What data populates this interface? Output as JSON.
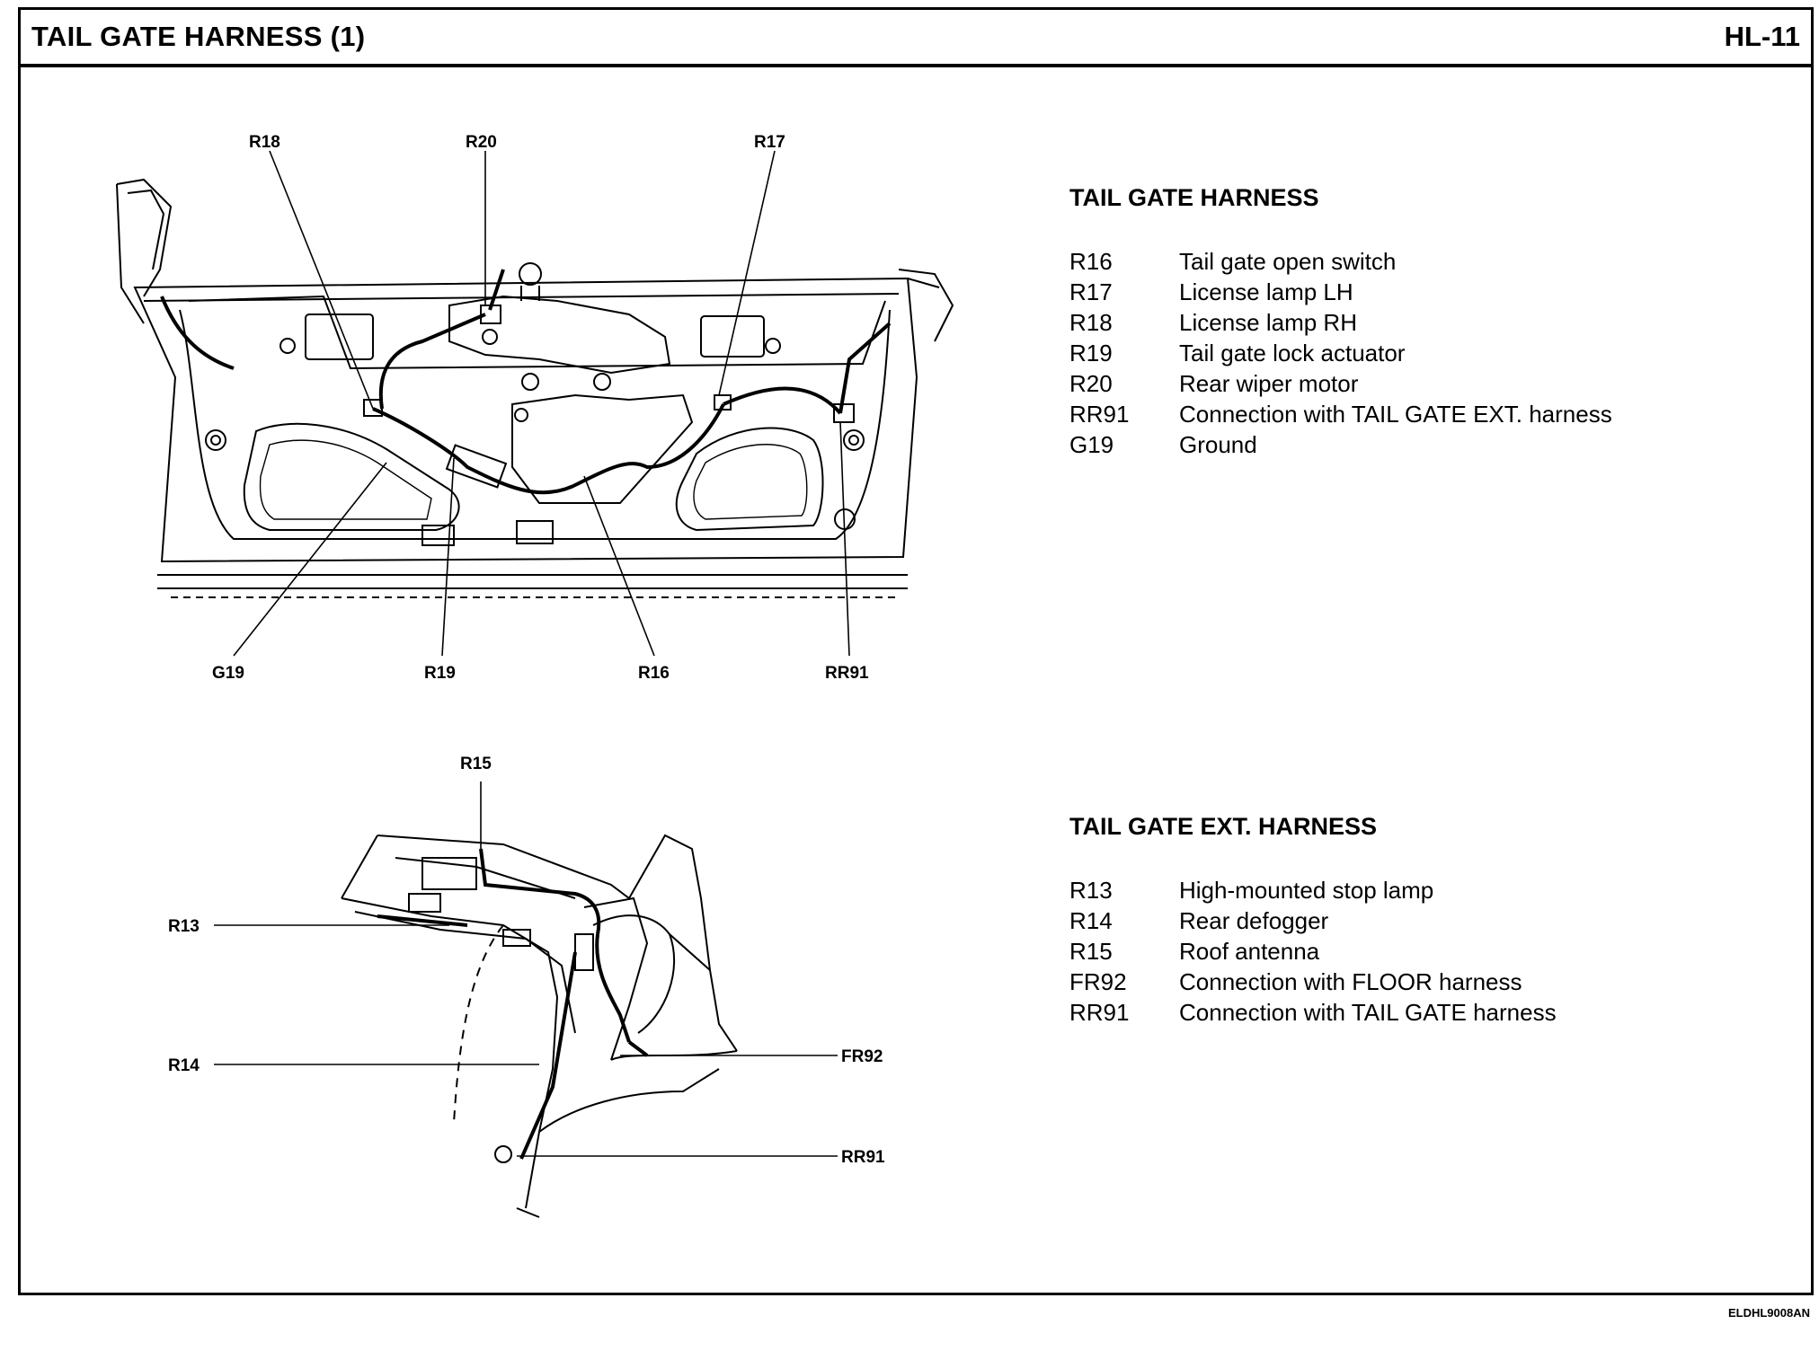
{
  "header": {
    "title": "TAIL GATE HARNESS (1)",
    "page_id": "HL-11"
  },
  "diagram_top": {
    "labels": {
      "r18": "R18",
      "r20": "R20",
      "r17": "R17",
      "g19": "G19",
      "r19": "R19",
      "r16": "R16",
      "rr91": "RR91"
    }
  },
  "diagram_bottom": {
    "labels": {
      "r15": "R15",
      "r13": "R13",
      "r14": "R14",
      "fr92": "FR92",
      "rr91": "RR91"
    }
  },
  "legend_tail_gate": {
    "heading": "TAIL GATE HARNESS",
    "items": [
      {
        "code": "R16",
        "desc": "Tail gate open switch"
      },
      {
        "code": "R17",
        "desc": "License lamp LH"
      },
      {
        "code": "R18",
        "desc": "License lamp RH"
      },
      {
        "code": "R19",
        "desc": "Tail gate lock actuator"
      },
      {
        "code": "R20",
        "desc": "Rear wiper motor"
      },
      {
        "code": "RR91",
        "desc": "Connection with TAIL GATE EXT. harness"
      },
      {
        "code": "G19",
        "desc": "Ground"
      }
    ]
  },
  "legend_ext": {
    "heading": "TAIL GATE EXT. HARNESS",
    "items": [
      {
        "code": "R13",
        "desc": "High-mounted stop lamp"
      },
      {
        "code": "R14",
        "desc": "Rear defogger"
      },
      {
        "code": "R15",
        "desc": "Roof antenna"
      },
      {
        "code": "FR92",
        "desc": "Connection with FLOOR harness"
      },
      {
        "code": "RR91",
        "desc": "Connection with TAIL GATE harness"
      }
    ]
  },
  "footer": {
    "figure_code": "ELDHL9008AN"
  }
}
